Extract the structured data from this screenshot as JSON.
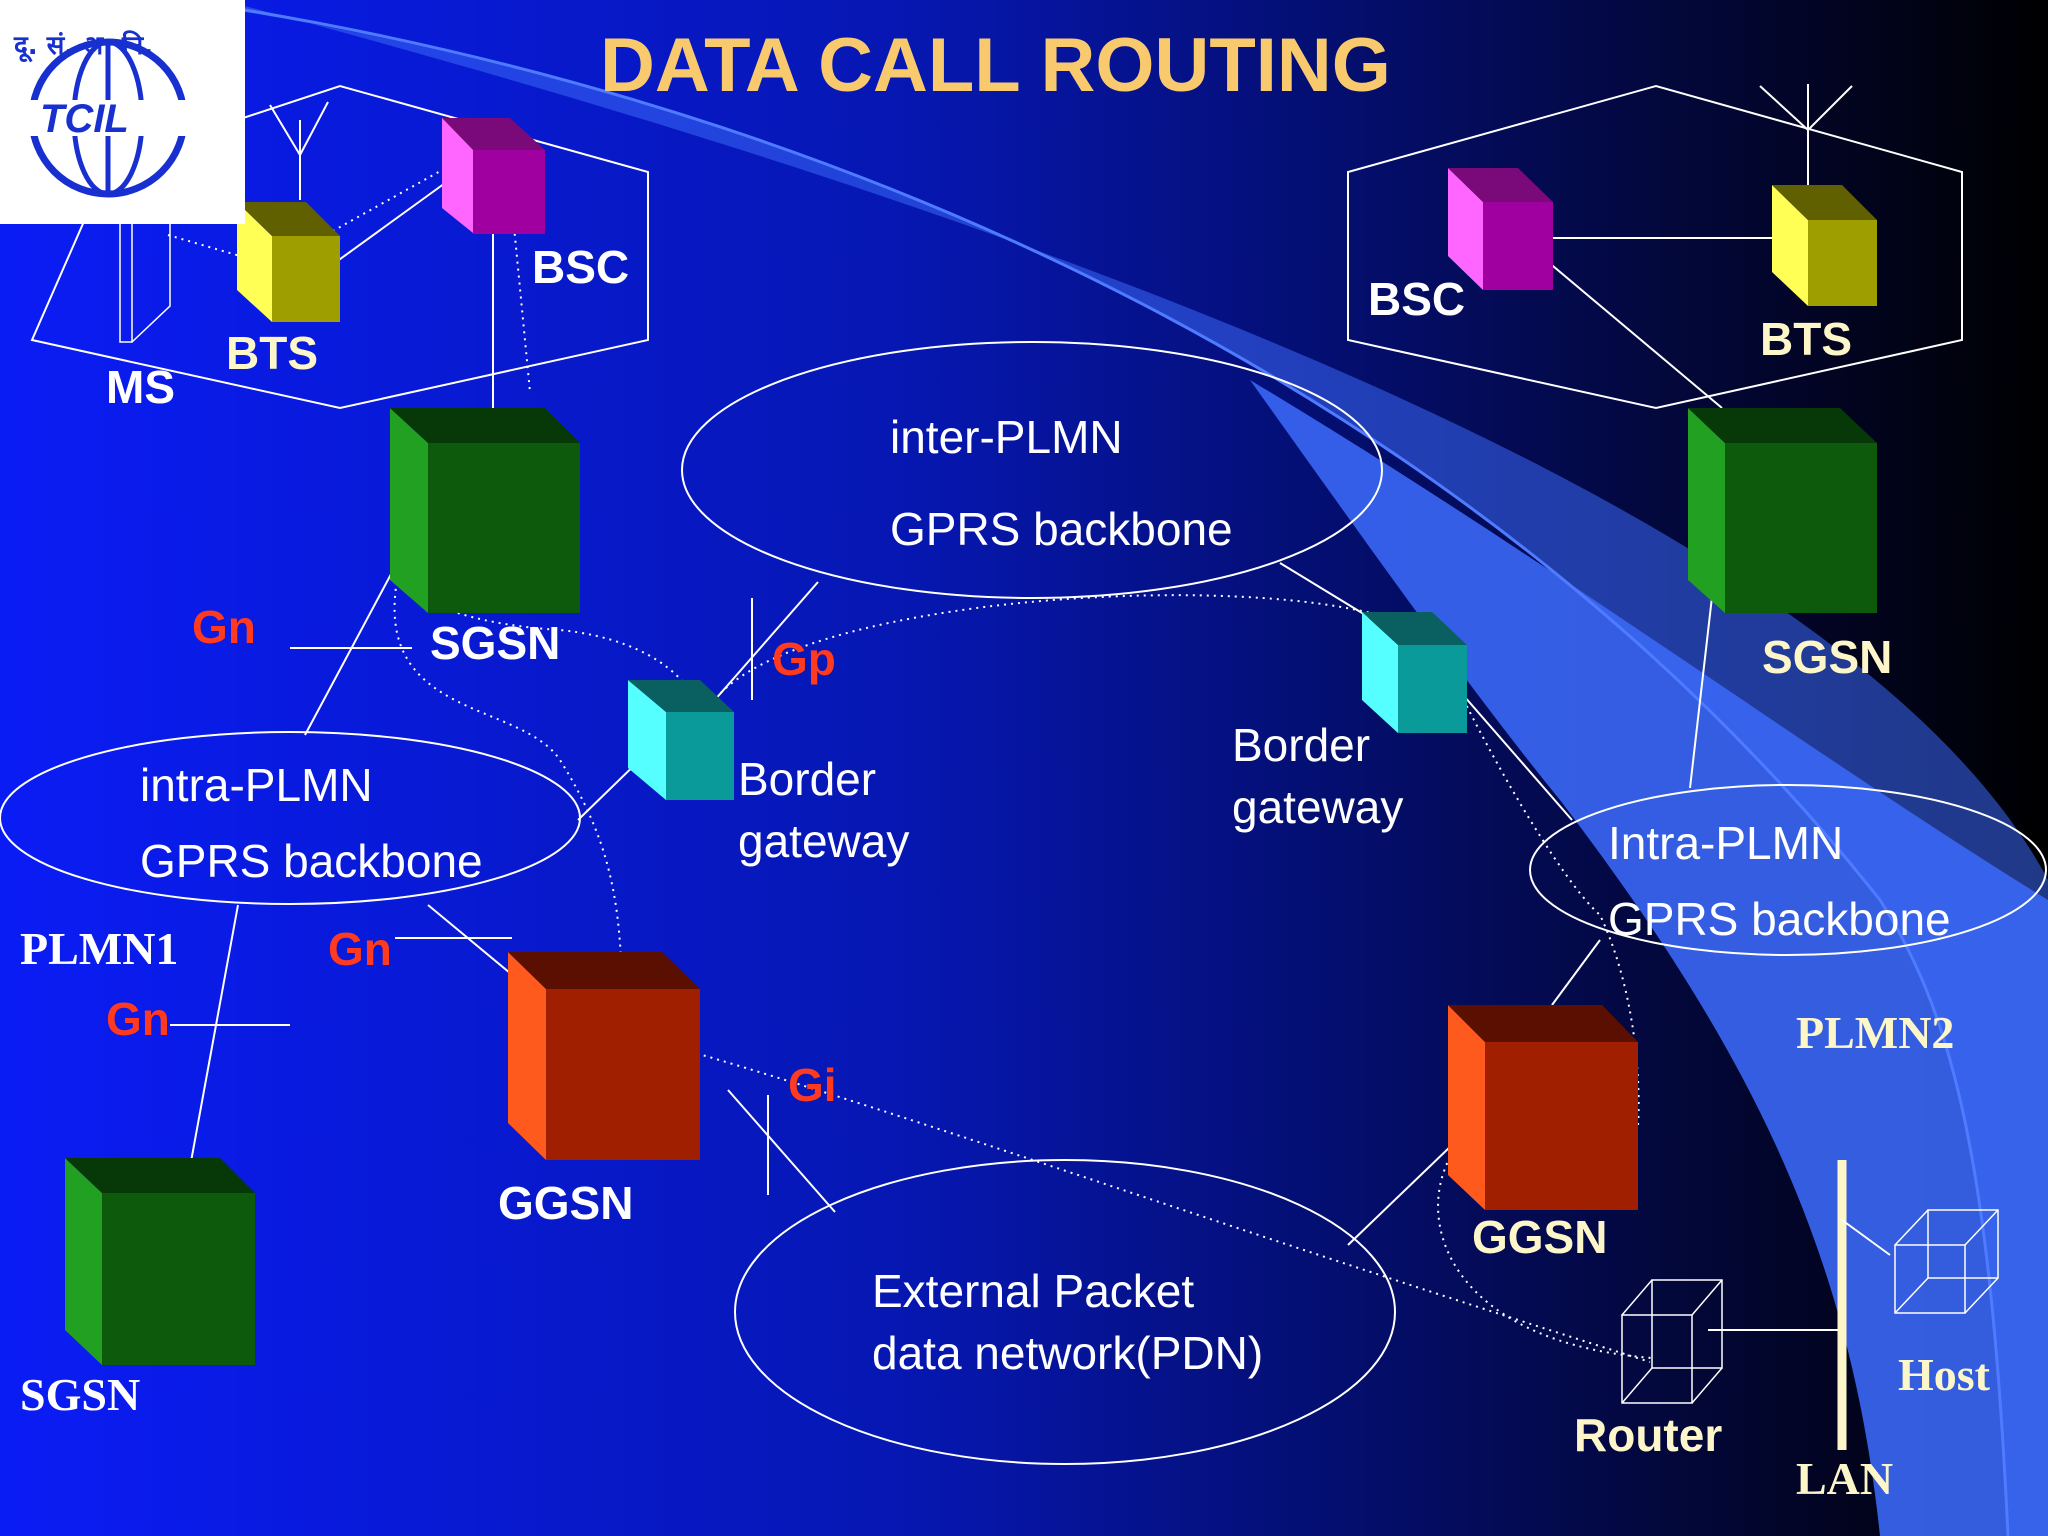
{
  "title": "DATA CALL ROUTING",
  "logo": {
    "name": "TCIL logo",
    "text": "दू. सं. अ. नि. TCIL"
  },
  "colors": {
    "background_left": "#0a1cf0",
    "background_right": "#000000",
    "band": "#3a67f5",
    "sgsn": "#0f5a10",
    "ggsn": "#a02000",
    "bsc": "#b018b0",
    "bts": "#c8c800",
    "border_gateway": "#10a8a8",
    "gateway_label": "#ff3a1f"
  },
  "plmn1": {
    "name": "PLMN1",
    "bsc_label": "BSC",
    "bts_label": "BTS",
    "ms_label": "MS",
    "sgsn_label": "SGSN",
    "sgsn2_label": "SGSN",
    "ggsn_label": "GGSN",
    "backbone_line1": "intra-PLMN",
    "backbone_line2": "GPRS backbone",
    "border_gateway_line1": "Border",
    "border_gateway_line2": "gateway"
  },
  "plmn2": {
    "name": "PLMN2",
    "bsc_label": "BSC",
    "bts_label": "BTS",
    "sgsn_label": "SGSN",
    "ggsn_label": "GGSN",
    "backbone_line1": "Intra-PLMN",
    "backbone_line2": "GPRS backbone",
    "border_gateway_line1": "Border",
    "border_gateway_line2": "gateway",
    "router_label": "Router",
    "lan_label": "LAN",
    "host_label": "Host"
  },
  "inter_plmn": {
    "line1": "inter-PLMN",
    "line2": "GPRS backbone"
  },
  "pdn": {
    "line1": "External Packet",
    "line2": "data network(PDN)"
  },
  "interfaces": {
    "gn_top": "Gn",
    "gn_mid": "Gn",
    "gn_left": "Gn",
    "gp": "Gp",
    "gi": "Gi"
  }
}
